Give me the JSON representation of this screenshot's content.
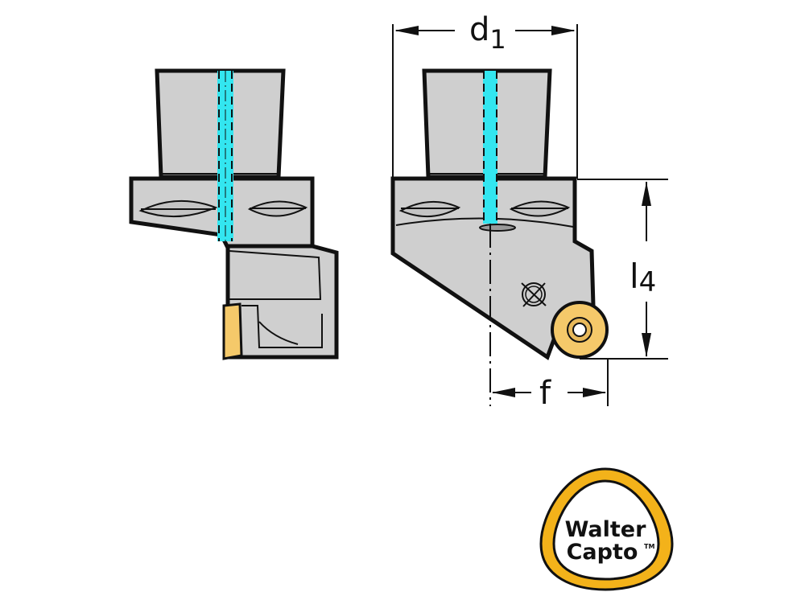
{
  "diagram": {
    "type": "technical-drawing",
    "subject": "Walter Capto clamping unit with round insert - side and front view",
    "labels": {
      "d1_main": "d",
      "d1_sub": "1",
      "l4_main": "l",
      "l4_sub": "4",
      "f": "f"
    },
    "colors": {
      "body": "#cfcfcf",
      "outline": "#111111",
      "coolant": "#33e6f0",
      "insert": "#f5c96a",
      "logo_ring": "#f3b21a"
    }
  },
  "logo": {
    "line1": "Walter",
    "line2": "Capto",
    "tm": "TM"
  }
}
